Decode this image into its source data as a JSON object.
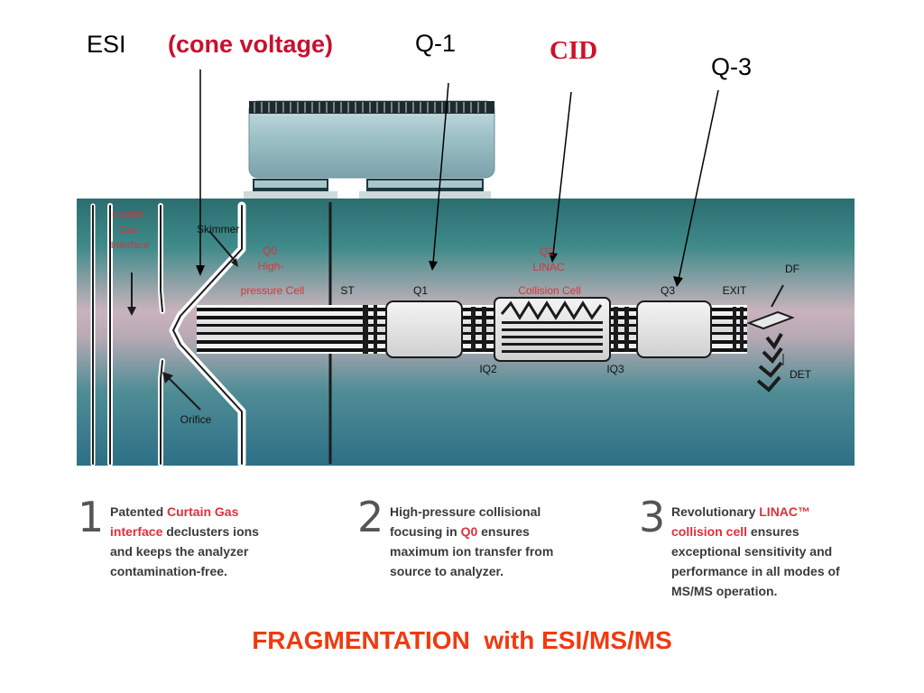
{
  "top_labels": {
    "esi": "ESI",
    "cone_voltage": "(cone voltage)",
    "q1": "Q-1",
    "cid": "CID",
    "q3": "Q-3"
  },
  "diagram_labels": {
    "curtain_gas": [
      "Curtain",
      "Gas",
      "Interface"
    ],
    "skimmer": "Skimmer",
    "q0": [
      "Q0",
      "High-",
      "pressure Cell"
    ],
    "st": "ST",
    "q1": "Q1",
    "linac": [
      "Q2",
      "LINAC",
      "Collision Cell"
    ],
    "q3": "Q3",
    "exit": "EXIT",
    "df": "DF",
    "iq2": "IQ2",
    "iq3": "IQ3",
    "det": "DET",
    "orifice": "Orifice"
  },
  "steps": [
    {
      "num": "1",
      "pre": "Patented ",
      "hl": "Curtain Gas interface",
      "post": " declusters ions and keeps the analyzer contamination-free."
    },
    {
      "num": "2",
      "pre": "High-pressure collisional focusing in ",
      "hl": "Q0",
      "post": " ensures maximum ion transfer from source to analyzer."
    },
    {
      "num": "3",
      "pre": "Revolutionary ",
      "hl": "LINAC™ collision cell",
      "post": " ensures exceptional sensitivity and performance in all modes of MS/MS operation."
    }
  ],
  "footer": "FRAGMENTATION  with ESI/MS/MS",
  "colors": {
    "accent_red": "#c8102e",
    "footer_orange": "#f03a10",
    "chamber_teal": "#2f7377"
  }
}
